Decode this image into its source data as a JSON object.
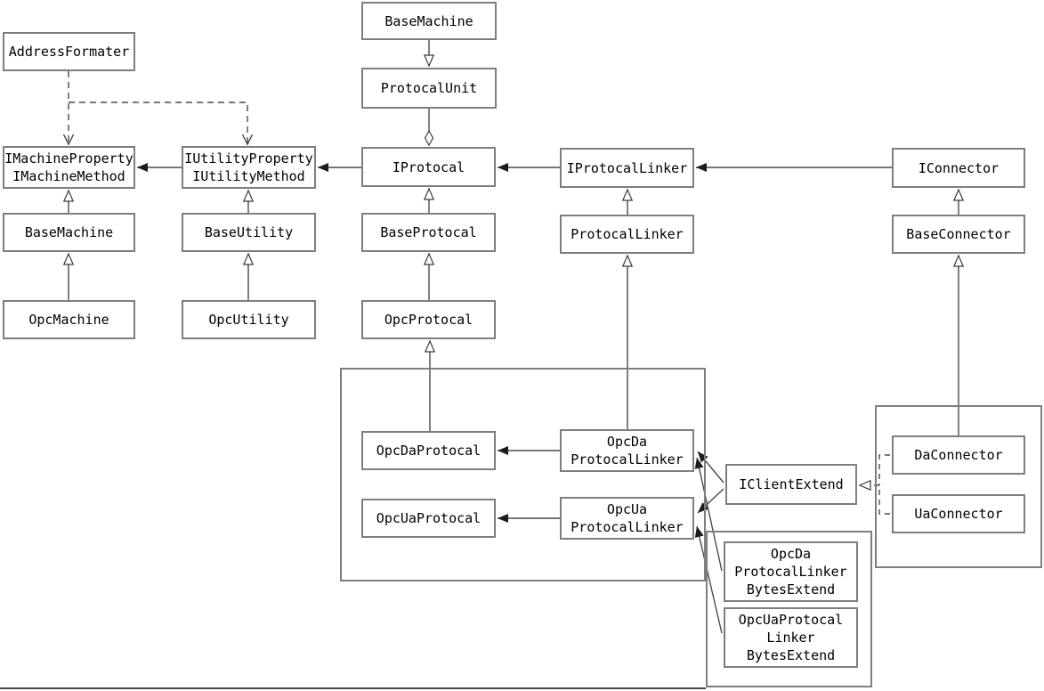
{
  "diagram": {
    "kind": "uml-class-diagram",
    "nodes": {
      "baseMachineUnit": {
        "label": "BaseMachine"
      },
      "protocalUnit": {
        "label": "ProtocalUnit"
      },
      "addressFormater": {
        "label": "AddressFormater"
      },
      "iMachine": {
        "label": "IMachineProperty\nIMachineMethod"
      },
      "iUtility": {
        "label": "IUtilityProperty\nIUtilityMethod"
      },
      "iProtocal": {
        "label": "IProtocal"
      },
      "iProtocalLinker": {
        "label": "IProtocalLinker"
      },
      "iConnector": {
        "label": "IConnector"
      },
      "baseMachine": {
        "label": "BaseMachine"
      },
      "baseUtility": {
        "label": "BaseUtility"
      },
      "baseProtocal": {
        "label": "BaseProtocal"
      },
      "protocalLinker": {
        "label": "ProtocalLinker"
      },
      "baseConnector": {
        "label": "BaseConnector"
      },
      "opcMachine": {
        "label": "OpcMachine"
      },
      "opcUtility": {
        "label": "OpcUtility"
      },
      "opcProtocal": {
        "label": "OpcProtocal"
      },
      "opcDaProtocal": {
        "label": "OpcDaProtocal"
      },
      "opcDaProtocalLinker": {
        "label": "OpcDa\nProtocalLinker"
      },
      "opcUaProtocal": {
        "label": "OpcUaProtocal"
      },
      "opcUaProtocalLinker": {
        "label": "OpcUa\nProtocalLinker"
      },
      "iClientExtend": {
        "label": "IClientExtend"
      },
      "daConnector": {
        "label": "DaConnector"
      },
      "uaConnector": {
        "label": "UaConnector"
      },
      "opcDaLinkerBytesExtend": {
        "label": "OpcDa\nProtocalLinker\nBytesExtend"
      },
      "opcUaLinkerBytesExtend": {
        "label": "OpcUaProtocal\nLinker\nBytesExtend"
      }
    },
    "edges": [
      {
        "from": "BaseMachine",
        "to": "ProtocalUnit",
        "type": "generalization (hollow triangle, pointing down)"
      },
      {
        "from": "ProtocalUnit",
        "to": "IProtocal",
        "type": "aggregation (hollow diamond)"
      },
      {
        "from": "IProtocal",
        "to": "IUtilityProperty/IUtilityMethod",
        "type": "association (filled arrow)"
      },
      {
        "from": "IUtilityProperty/IUtilityMethod",
        "to": "IMachineProperty/IMachineMethod",
        "type": "association (filled arrow)"
      },
      {
        "from": "IProtocalLinker",
        "to": "IProtocal",
        "type": "association (filled arrow)"
      },
      {
        "from": "IConnector",
        "to": "IProtocalLinker",
        "type": "association (filled arrow)"
      },
      {
        "from": "AddressFormater",
        "to": "IMachineProperty/IMachineMethod",
        "type": "dependency (dashed, open arrow)"
      },
      {
        "from": "AddressFormater",
        "to": "IUtilityProperty/IUtilityMethod",
        "type": "dependency (dashed, open arrow)"
      },
      {
        "from": "BaseMachine",
        "to": "IMachineProperty/IMachineMethod",
        "type": "generalization"
      },
      {
        "from": "OpcMachine",
        "to": "BaseMachine",
        "type": "generalization"
      },
      {
        "from": "BaseUtility",
        "to": "IUtilityProperty/IUtilityMethod",
        "type": "generalization"
      },
      {
        "from": "OpcUtility",
        "to": "BaseUtility",
        "type": "generalization"
      },
      {
        "from": "BaseProtocal",
        "to": "IProtocal",
        "type": "generalization"
      },
      {
        "from": "OpcProtocal",
        "to": "BaseProtocal",
        "type": "generalization"
      },
      {
        "from": "OpcDaProtocal",
        "to": "OpcProtocal",
        "type": "generalization"
      },
      {
        "from": "ProtocalLinker",
        "to": "IProtocalLinker",
        "type": "generalization"
      },
      {
        "from": "OpcDa ProtocalLinker",
        "to": "ProtocalLinker",
        "type": "generalization"
      },
      {
        "from": "BaseConnector",
        "to": "IConnector",
        "type": "generalization"
      },
      {
        "from": "DaConnector",
        "to": "BaseConnector",
        "type": "generalization"
      },
      {
        "from": "OpcDa ProtocalLinker",
        "to": "OpcDaProtocal",
        "type": "association (filled arrow)"
      },
      {
        "from": "OpcUa ProtocalLinker",
        "to": "OpcUaProtocal",
        "type": "association (filled arrow)"
      },
      {
        "from": "IClientExtend",
        "to": "OpcDa ProtocalLinker",
        "type": "association (filled arrow)"
      },
      {
        "from": "IClientExtend",
        "to": "OpcUa ProtocalLinker",
        "type": "association (filled arrow)"
      },
      {
        "from": "OpcDa ProtocalLinker BytesExtend",
        "to": "OpcDa ProtocalLinker",
        "type": "association (filled arrow)"
      },
      {
        "from": "OpcUaProtocal Linker BytesExtend",
        "to": "OpcUa ProtocalLinker",
        "type": "association (filled arrow)"
      },
      {
        "from": "DaConnector",
        "to": "IClientExtend",
        "type": "realization (dashed, hollow triangle)"
      },
      {
        "from": "UaConnector",
        "to": "IClientExtend",
        "type": "realization (dashed, hollow triangle)"
      }
    ],
    "colors": {
      "box_border": "#7e7e7e",
      "line": "#4a4a4a",
      "text": "#000000",
      "background": "#ffffff"
    }
  }
}
